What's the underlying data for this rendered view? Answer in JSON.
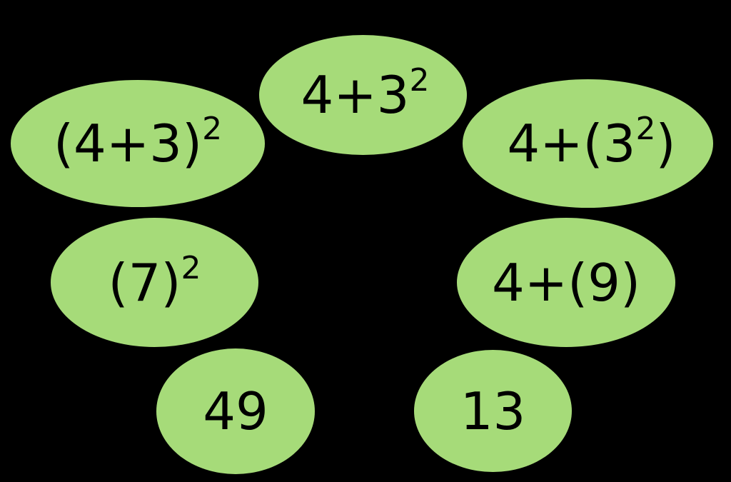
{
  "colors": {
    "background": "#000000",
    "node_fill": "#a6db79",
    "text": "#000000"
  },
  "nodes": [
    {
      "id": "top",
      "base": "4+3",
      "sup": "2",
      "tail": ""
    },
    {
      "id": "left1",
      "base": "(4+3)",
      "sup": "2",
      "tail": ""
    },
    {
      "id": "right1",
      "base": "4+(3",
      "sup": "2",
      "tail": ")"
    },
    {
      "id": "left2",
      "base": "(7)",
      "sup": "2",
      "tail": ""
    },
    {
      "id": "right2",
      "base": "4+(9)",
      "sup": "",
      "tail": ""
    },
    {
      "id": "left3",
      "base": "49",
      "sup": "",
      "tail": ""
    },
    {
      "id": "right3",
      "base": "13",
      "sup": "",
      "tail": ""
    }
  ]
}
